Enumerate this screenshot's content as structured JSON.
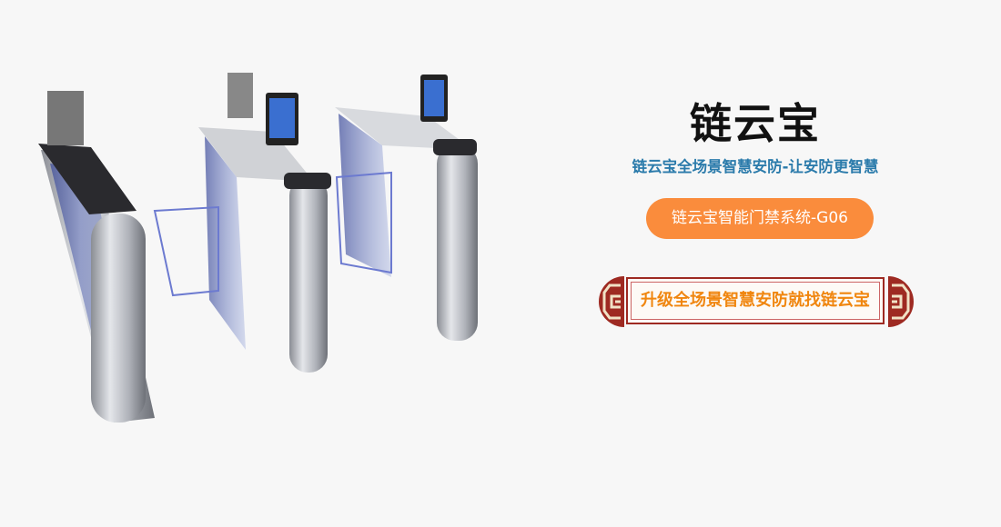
{
  "brand": {
    "title": "链云宝"
  },
  "slogan": "链云宝全场景智慧安防-让安防更智慧",
  "product_button": {
    "label": "链云宝智能门禁系统-G06"
  },
  "banner": {
    "text": "升级全场景智慧安防就找链云宝"
  },
  "colors": {
    "background": "#f7f7f7",
    "slogan": "#2b7bab",
    "pill": "#fa8c3c",
    "banner_border": "#9e2a22",
    "banner_text": "#f0860f"
  }
}
